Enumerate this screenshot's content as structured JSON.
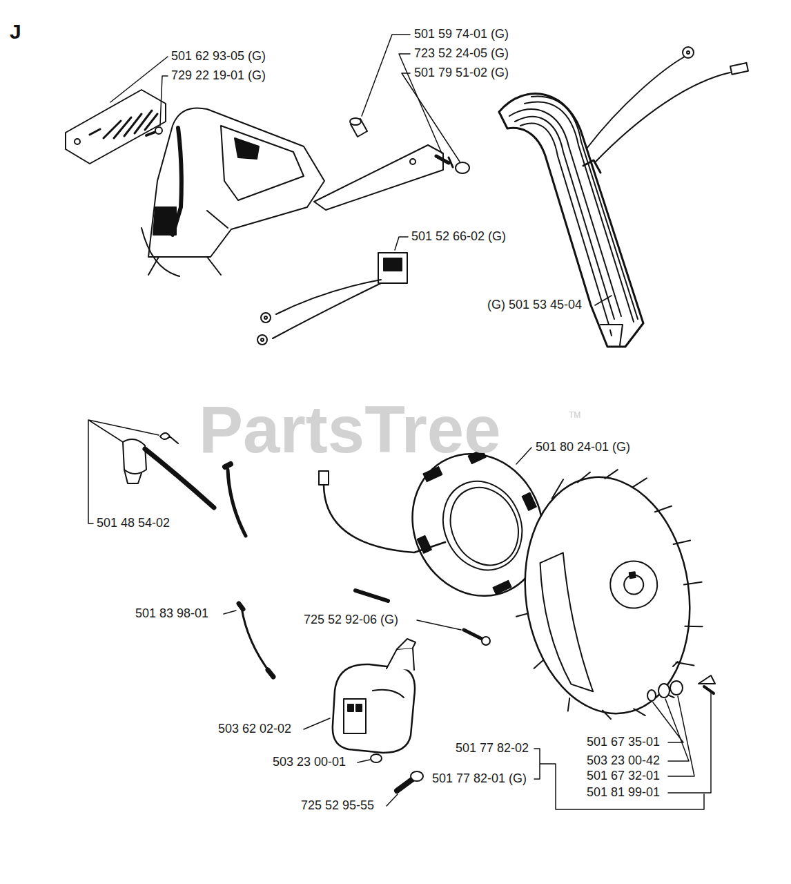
{
  "diagram": {
    "labels": [
      "J",
      "501 62 93-05 (G)",
      "729 22 19-01 (G)",
      "501 59 74-01 (G)",
      "723 52 24-05 (G)",
      "501 79 51-02 (G)",
      "501 52 66-02 (G)",
      "(G) 501 53 45-04",
      "PartsTree",
      "TM",
      "501 48 54-02",
      "501 80 24-01 (G)",
      "501 83 98-01",
      "725 52 92-06 (G)",
      "501 77 82-02",
      "501 77 82-01 (G)",
      "503 62 02-02",
      "503 23 00-01",
      "725 52 95-55",
      "501 67 35-01",
      "503 23 00-42",
      "501 67 32-01",
      "501 81 99-01"
    ]
  }
}
